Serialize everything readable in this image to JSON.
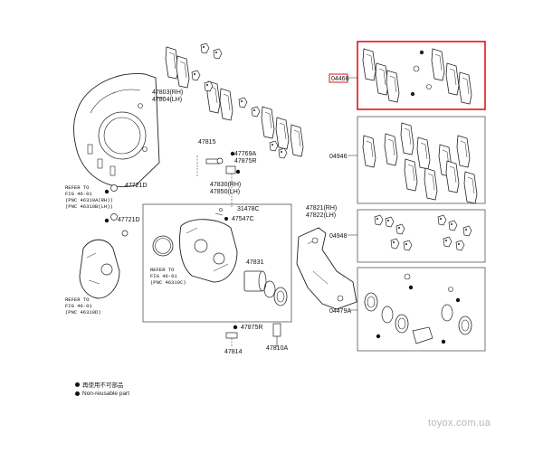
{
  "parts": {
    "p04466": "04466",
    "p04946": "04946",
    "p04948": "04948",
    "p04479A": "04479A",
    "p47803": "47803(RH)",
    "p47804": "47804(LH)",
    "p47815": "47815",
    "p47769A": "47769A",
    "p47875R_top": "47875R",
    "p47830": "47830(RH)",
    "p47850": "47850(LH)",
    "p31478C": "31478C",
    "p47547C": "47547C",
    "p47721D_a": "47721D",
    "p47721D_b": "47721D",
    "p47831": "47831",
    "p47821": "47821(RH)",
    "p47822": "47822(LH)",
    "p47875R_bot": "47875R",
    "p47814": "47814",
    "p47810A": "47810A"
  },
  "refs": {
    "left_top": [
      "REFER TO",
      "FIG 46-01",
      "(PNC 46310A(RH))",
      "(PNC 46310B(LH))"
    ],
    "left_bottom": [
      "REFER TO",
      "FIG 46-01",
      "(PNC 46310D)"
    ],
    "center": [
      "REFER TO",
      "FIG 46-01",
      "(PNC 46310C)"
    ]
  },
  "legend": {
    "line1": "再使用不可部品",
    "line2": "Non-reusable part"
  },
  "watermark": "toyox.com.ua",
  "colors": {
    "highlight": "#e0151b",
    "line": "#222222",
    "box": "#555555"
  }
}
